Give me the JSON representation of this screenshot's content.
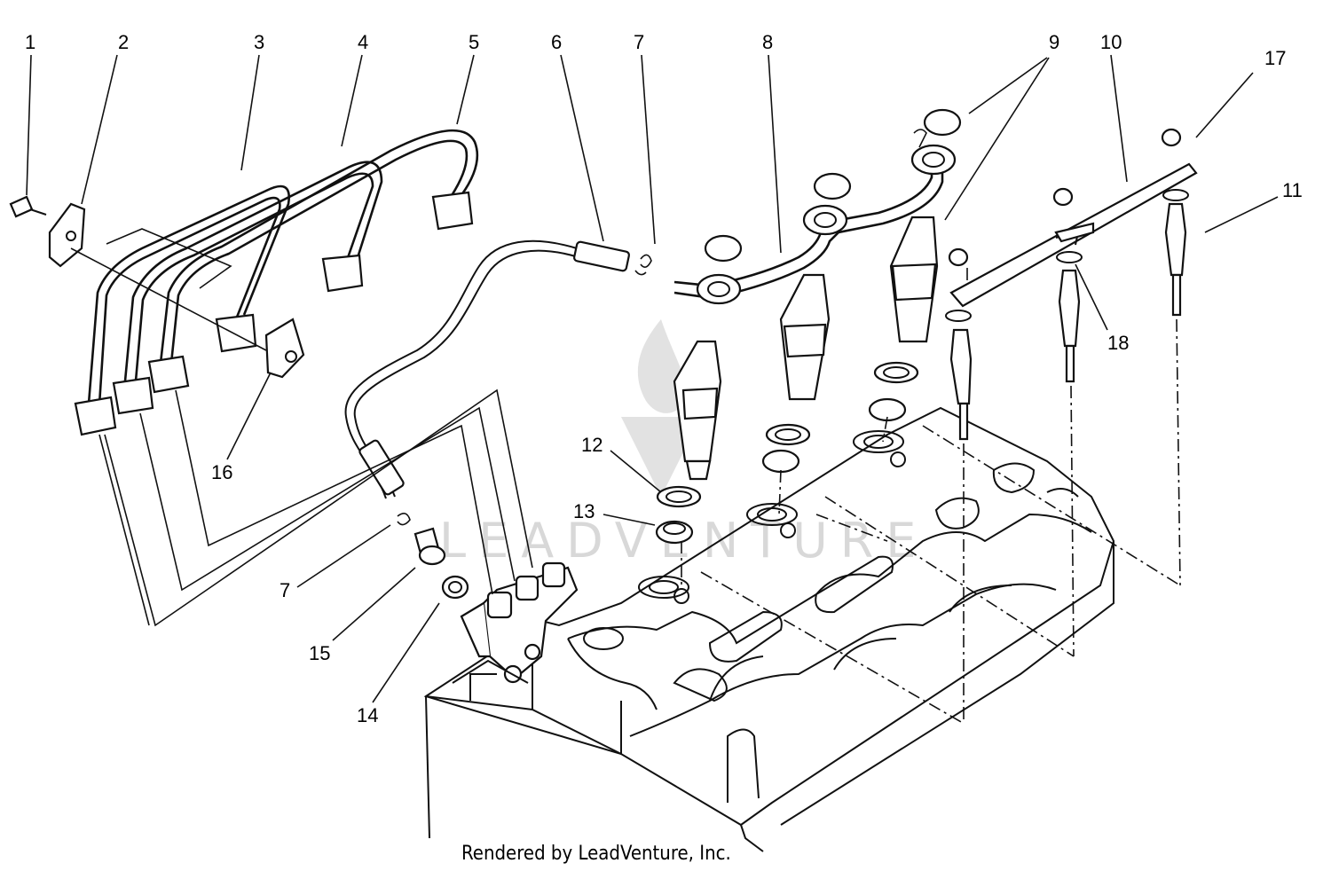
{
  "diagram": {
    "callouts": [
      {
        "label": "1"
      },
      {
        "label": "2"
      },
      {
        "label": "3"
      },
      {
        "label": "4"
      },
      {
        "label": "5"
      },
      {
        "label": "6"
      },
      {
        "label": "7"
      },
      {
        "label": "8"
      },
      {
        "label": "9"
      },
      {
        "label": "10"
      },
      {
        "label": "17"
      },
      {
        "label": "11"
      },
      {
        "label": "18"
      },
      {
        "label": "16"
      },
      {
        "label": "12"
      },
      {
        "label": "13"
      },
      {
        "label": "7"
      },
      {
        "label": "15"
      },
      {
        "label": "14"
      }
    ],
    "watermark": "LEADVENTURE",
    "footer": "Rendered by LeadVenture, Inc."
  }
}
